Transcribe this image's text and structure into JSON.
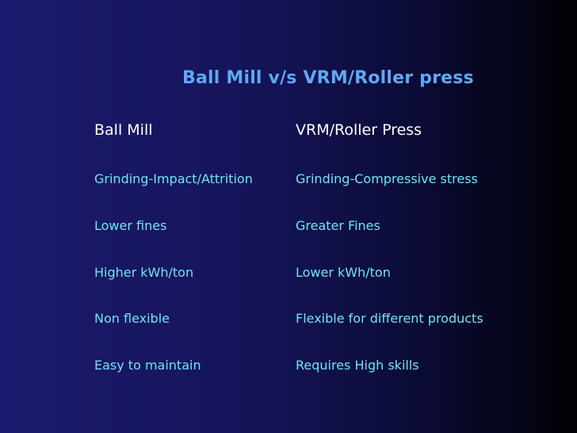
{
  "colors": {
    "title": "#5fa8f5",
    "header": "#ffffff",
    "item": "#6fe4ee"
  },
  "title": "Ball Mill v/s VRM/Roller press",
  "left": {
    "header": "Ball Mill",
    "items": [
      "Grinding-Impact/Attrition",
      "Lower fines",
      "Higher kWh/ton",
      "Non flexible",
      "Easy to maintain"
    ]
  },
  "right": {
    "header": "VRM/Roller Press",
    "items": [
      "Grinding-Compressive stress",
      "Greater Fines",
      "Lower kWh/ton",
      "Flexible for different products",
      "Requires High skills"
    ]
  }
}
